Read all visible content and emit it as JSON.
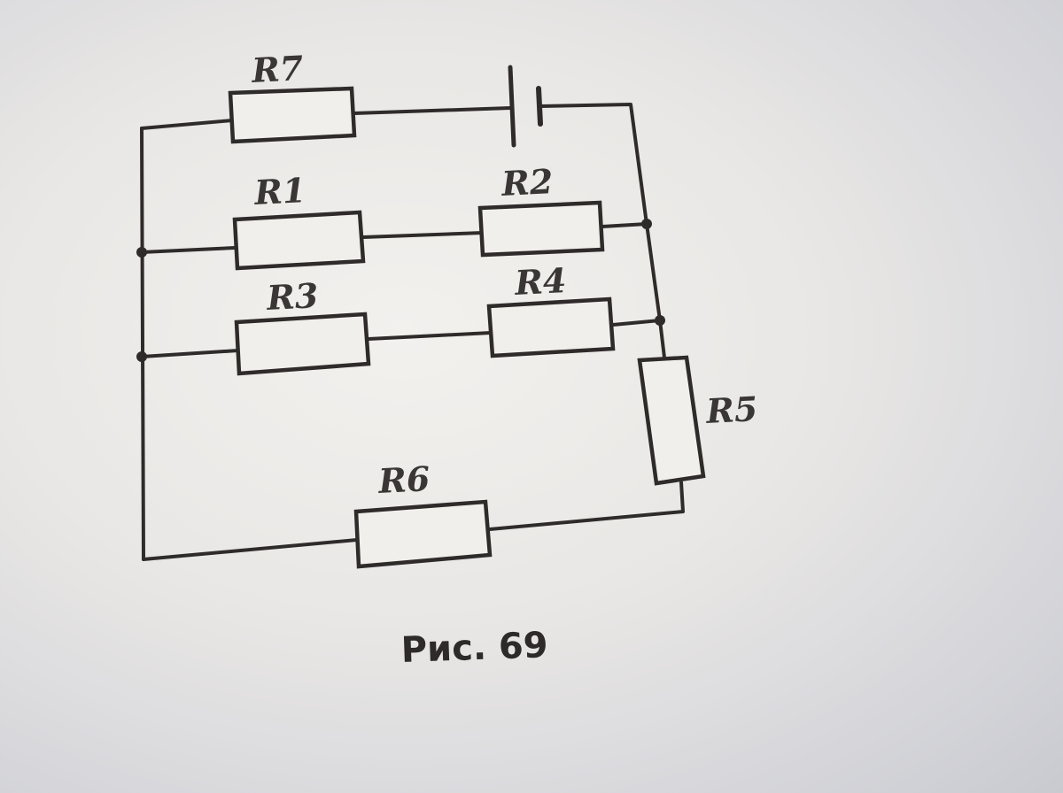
{
  "figure": {
    "caption": "Рис. 69"
  },
  "circuit": {
    "resistors": {
      "r7": "R7",
      "r1": "R1",
      "r2": "R2",
      "r3": "R3",
      "r4": "R4",
      "r5": "R5",
      "r6": "R6"
    },
    "colors": {
      "ink": "#2f2b2a",
      "paper": "#eceae7"
    }
  }
}
